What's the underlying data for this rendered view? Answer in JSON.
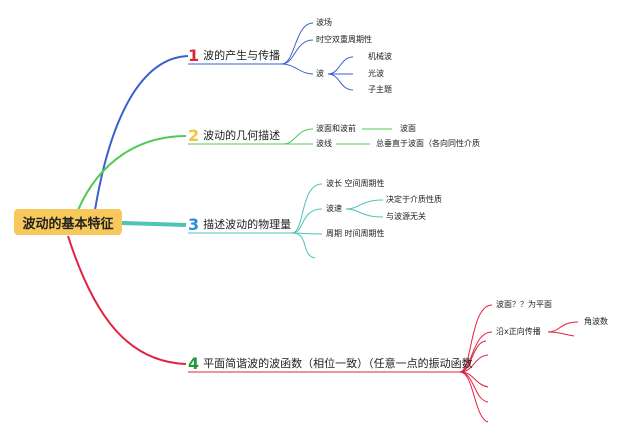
{
  "colors": {
    "branch1": "#3a5fcf",
    "branch2": "#52c957",
    "branch3": "#4ec3b8",
    "branch4": "#e0233f",
    "root_bg": "#f7c85b"
  },
  "root": {
    "label": "波动的基本特征"
  },
  "branches": [
    {
      "num": "1",
      "label": "波的产生与传播",
      "leaves": [
        "波场",
        "时空双重周期性",
        "波",
        "机械波",
        "光波",
        "子主题"
      ]
    },
    {
      "num": "2",
      "label": "波动的几何描述",
      "leaves": [
        "波面和波前",
        "波面",
        "波线",
        "总垂直于波面（各向同性介质"
      ]
    },
    {
      "num": "3",
      "label": "描述波动的物理量",
      "leaves": [
        "波长 空间周期性",
        "波速",
        "决定于介质性质",
        "与波源无关",
        "周期 时间周期性"
      ]
    },
    {
      "num": "4",
      "label": "平面简谐波的波函数（相位一致）（任意一点的振动函数",
      "leaves": [
        "波面？？为平面",
        "沿x正向传播",
        "角波数"
      ]
    }
  ]
}
